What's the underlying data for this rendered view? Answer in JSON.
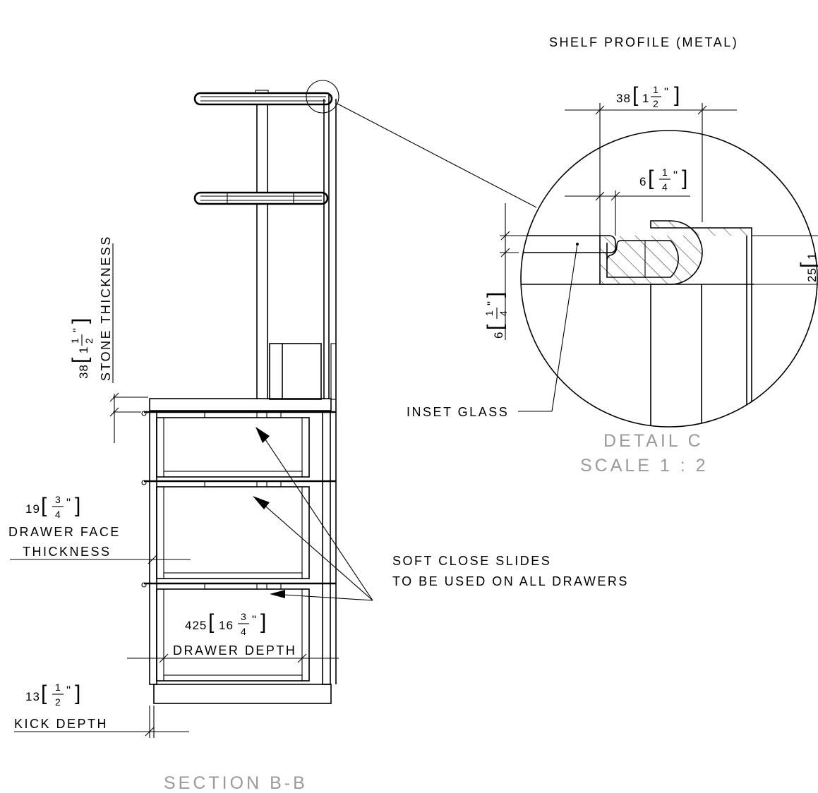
{
  "labels": {
    "shelf_profile": "SHELF PROFILE (METAL)",
    "stone_thickness": "STONE THICKNESS",
    "drawer_face": "DRAWER FACE",
    "thickness": "THICKNESS",
    "soft_close_1": "SOFT CLOSE SLIDES",
    "soft_close_2": "TO BE USED ON ALL DRAWERS",
    "drawer_depth": "DRAWER DEPTH",
    "kick_depth": "KICK DEPTH",
    "inset_glass": "INSET GLASS"
  },
  "titles": {
    "section": "SECTION B-B",
    "detail": "DETAIL C",
    "scale": "SCALE 1 : 2"
  },
  "dims": {
    "shelf_width": {
      "mm": "38",
      "whole": "1",
      "num": "1",
      "den": "2"
    },
    "shelf_gap": {
      "mm": "6",
      "whole": "",
      "num": "1",
      "den": "4"
    },
    "shelf_height": {
      "mm": "25",
      "whole": "1",
      "num": "",
      "den": ""
    },
    "glass_thk": {
      "mm": "6",
      "whole": "",
      "num": "1",
      "den": "4"
    },
    "stone": {
      "mm": "38",
      "whole": "1",
      "num": "1",
      "den": "2"
    },
    "drawer_face": {
      "mm": "19",
      "whole": "",
      "num": "3",
      "den": "4"
    },
    "drawer_depth": {
      "mm": "425",
      "whole": "16",
      "num": "3",
      "den": "4"
    },
    "kick": {
      "mm": "13",
      "whole": "",
      "num": "1",
      "den": "2"
    }
  }
}
